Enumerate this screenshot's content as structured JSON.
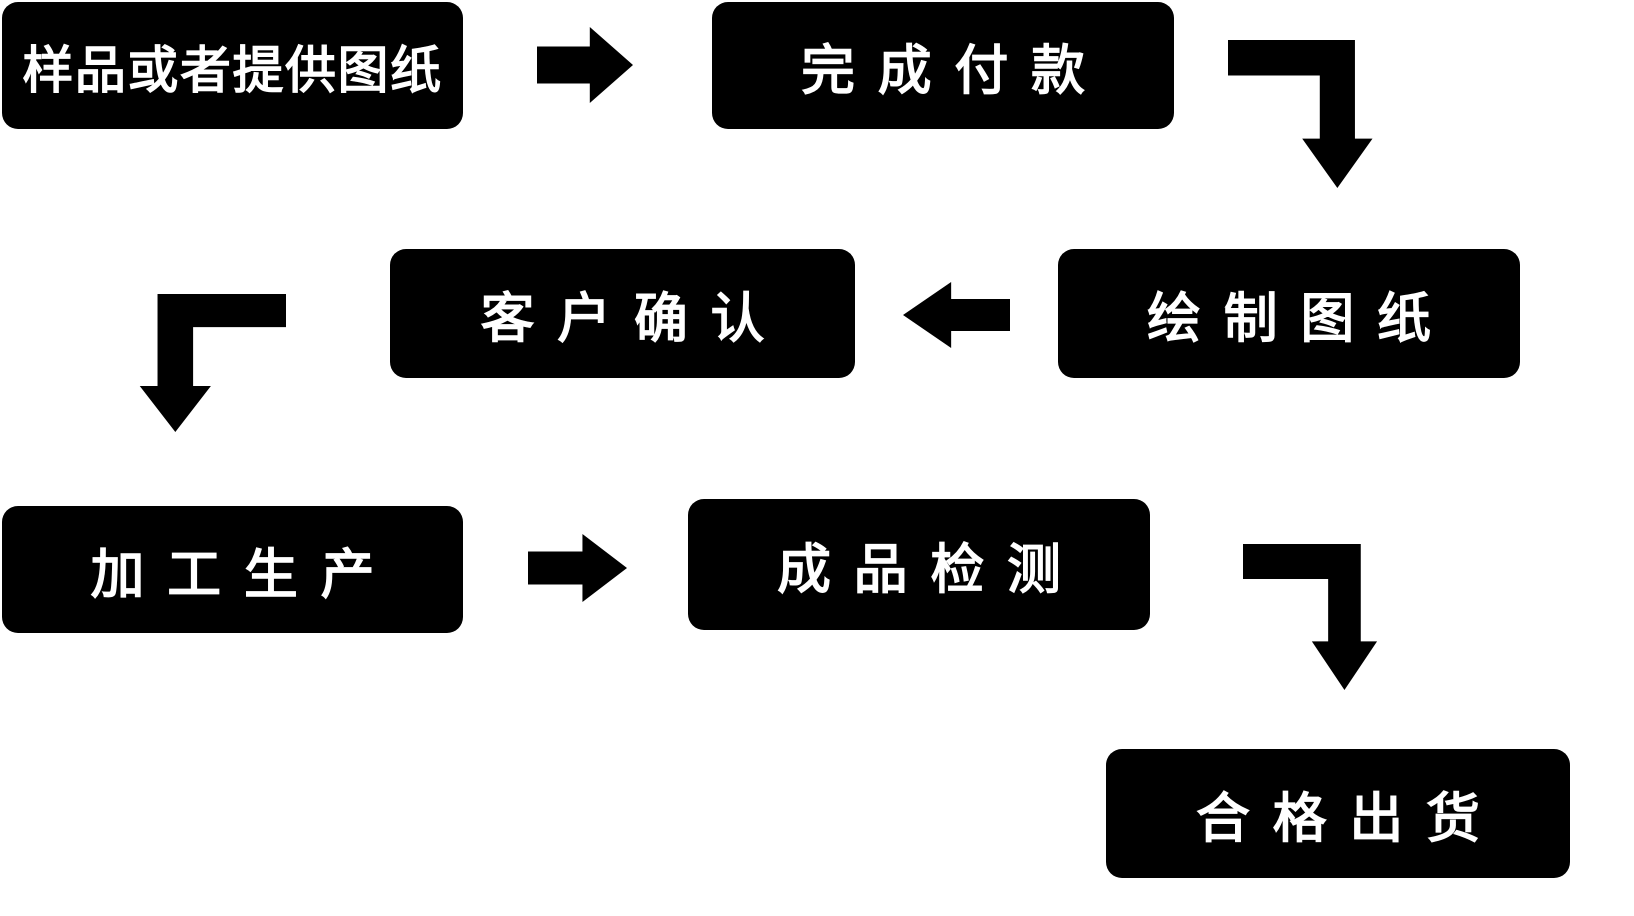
{
  "flowchart": {
    "background_color": "#ffffff",
    "box_color": "#000000",
    "text_color": "#ffffff",
    "nodes": [
      {
        "id": "sample-or-drawing",
        "label": "样品或者提供图纸"
      },
      {
        "id": "complete-payment",
        "label": "完成付款"
      },
      {
        "id": "draw-drawings",
        "label": "绘制图纸"
      },
      {
        "id": "customer-confirm",
        "label": "客户确认"
      },
      {
        "id": "processing-production",
        "label": "加工生产"
      },
      {
        "id": "product-inspection",
        "label": "成品检测"
      },
      {
        "id": "qualified-shipment",
        "label": "合格出货"
      }
    ],
    "edges": [
      {
        "from": "样品或者提供图纸",
        "to": "完成付款",
        "style": "straight-right"
      },
      {
        "from": "完成付款",
        "to": "绘制图纸",
        "style": "elbow-right-down"
      },
      {
        "from": "绘制图纸",
        "to": "客户确认",
        "style": "straight-left"
      },
      {
        "from": "客户确认",
        "to": "加工生产",
        "style": "elbow-left-down"
      },
      {
        "from": "加工生产",
        "to": "成品检测",
        "style": "straight-right"
      },
      {
        "from": "成品检测",
        "to": "合格出货",
        "style": "elbow-right-down"
      }
    ]
  }
}
